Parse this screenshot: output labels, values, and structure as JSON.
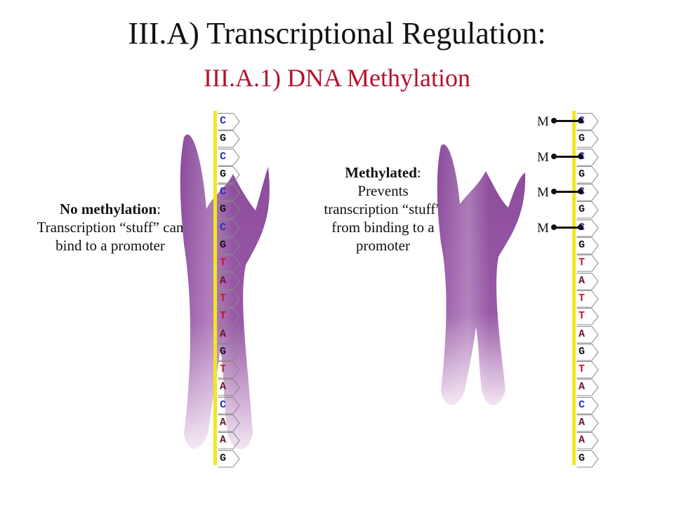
{
  "slide": {
    "title": "III.A) Transcriptional Regulation:",
    "subtitle": "III.A.1) DNA Methylation",
    "colors": {
      "subtitle": "#b8102a",
      "C": "#1f2fbf",
      "G": "#111111",
      "T": "#c01a2a",
      "A": "#6a1a2a",
      "rail": "#f2e71f",
      "protein": "#8a4a9a"
    }
  },
  "left_panel": {
    "caption_bold": "No methylation",
    "caption_rest": ": Transcription “stuff” can bind to a promoter",
    "sequence": [
      "C",
      "G",
      "C",
      "G",
      "C",
      "G",
      "C",
      "G",
      "T",
      "A",
      "T",
      "T",
      "A",
      "G",
      "T",
      "A",
      "C",
      "A",
      "A",
      "G"
    ]
  },
  "right_panel": {
    "caption_bold": "Methylated",
    "caption_rest": ": Prevents transcription “stuff” from binding to a promoter",
    "sequence": [
      "C",
      "G",
      "C",
      "G",
      "C",
      "G",
      "C",
      "G",
      "T",
      "A",
      "T",
      "T",
      "A",
      "G",
      "T",
      "A",
      "C",
      "A",
      "A",
      "G"
    ],
    "methyl_marks": [
      "M",
      "M",
      "M",
      "M"
    ]
  }
}
